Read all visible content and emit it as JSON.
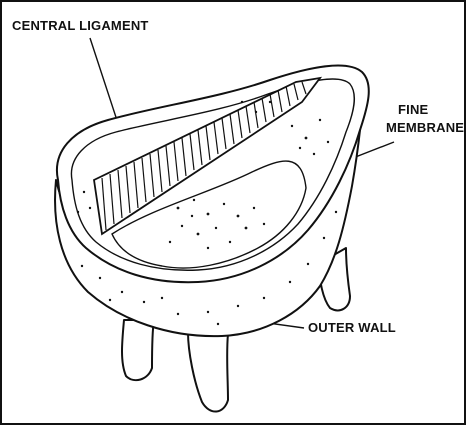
{
  "diagram": {
    "labels": {
      "central_ligament": "CENTRAL LIGAMENT",
      "fine_membrane_line1": "FINE",
      "fine_membrane_line2": "MEMBRANE",
      "outer_wall": "OUTER WALL"
    },
    "colors": {
      "ink": "#111111",
      "background": "#ffffff"
    }
  }
}
